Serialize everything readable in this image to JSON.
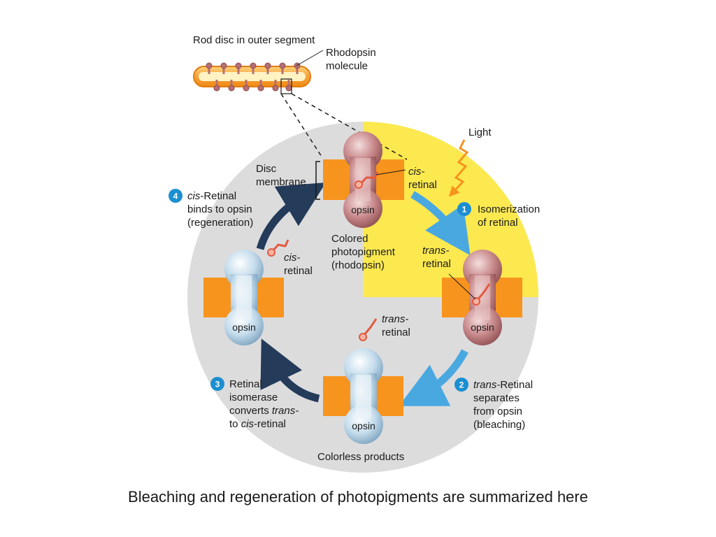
{
  "labels": {
    "rod_disc": "Rod disc in outer segment",
    "rhodopsin_1": "Rhodopsin",
    "rhodopsin_2": "molecule",
    "disc_1": "Disc",
    "disc_2": "membrane",
    "light": "Light",
    "cis_top_1": "cis-",
    "cis_top_2": "retinal",
    "colored_1": "Colored",
    "colored_2": "photopigment",
    "colored_3": "(rhodopsin)",
    "trans_right_1": "trans-",
    "trans_right_2": "retinal",
    "trans_bottom_1": "trans-",
    "trans_bottom_2": "retinal",
    "cis_left_1": "cis-",
    "cis_left_2": "retinal",
    "colorless": "Colorless products",
    "opsin": "opsin"
  },
  "steps": [
    {
      "num": "1",
      "line1": "Isomerization",
      "line2": "of retinal"
    },
    {
      "num": "2",
      "line1_italic": "trans-",
      "line1_rest": "Retinal",
      "line2": "separates",
      "line3": "from opsin",
      "line4": "(bleaching)"
    },
    {
      "num": "3",
      "line1": "Retinal",
      "line2": "isomerase",
      "line3_rest": "converts ",
      "line3_italic": "trans-",
      "line4_a": "to ",
      "line4_italic": "cis",
      "line4_b": "-retinal"
    },
    {
      "num": "4",
      "line1_italic": "cis",
      "line1_rest": "-Retinal",
      "line2": "binds to opsin",
      "line3": "(regeneration)"
    }
  ],
  "caption": "Bleaching and regeneration of photopigments are summarized here",
  "colors": {
    "circle_bg": "#dcdcdd",
    "light_region": "#fce94f",
    "membrane": "#f7941d",
    "rhodopsin": "#c48486",
    "opsin": "#b7d2e6",
    "arrow_light": "#4aa8e0",
    "arrow_dark": "#243b5a",
    "retinal": "#e35a3f",
    "badge": "#1b8fd1"
  }
}
